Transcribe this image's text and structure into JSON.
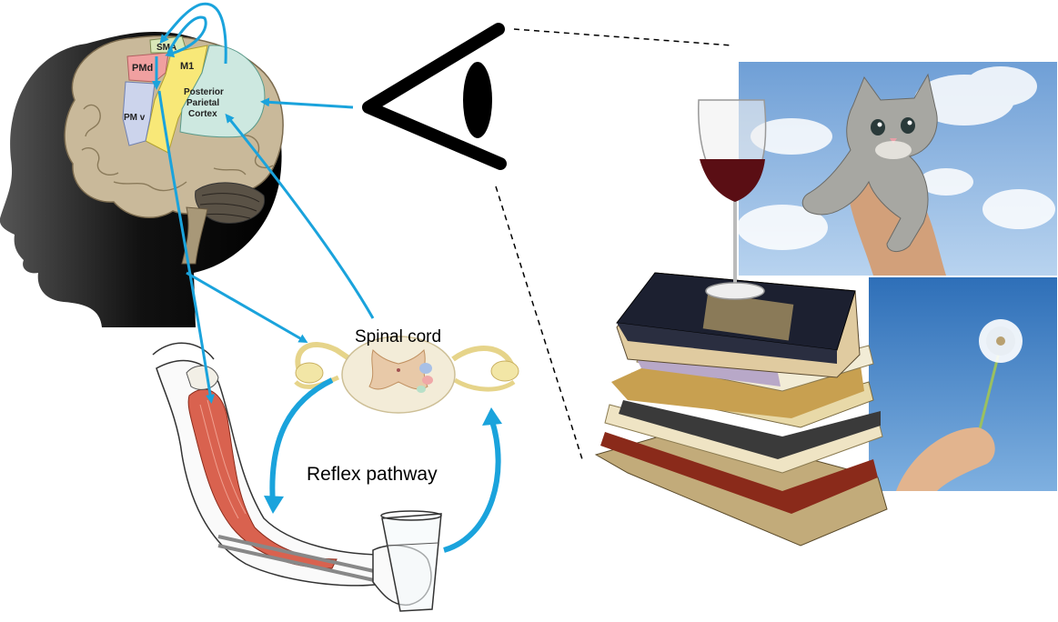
{
  "labels": {
    "spinal_cord": "Spinal cord",
    "reflex_pathway": "Reflex pathway",
    "brain_regions": {
      "sma": "SMA",
      "pmd": "PMd",
      "m1": "M1",
      "pmv": "PM v",
      "ppc_line1": "Posterior",
      "ppc_line2": "Parietal",
      "ppc_line3": "Cortex"
    }
  },
  "colors": {
    "pathway_arrow": "#1aa3dc",
    "pmd_region": "#f0a0a0",
    "m1_region": "#f8e878",
    "ppc_region": "#cde8e0",
    "pmv_region": "#ccd4ec",
    "sma_region": "#d9e8b8",
    "muscle": "#d9624f",
    "sky": "#8fb9e4"
  },
  "icons": {
    "eye": "eye-icon",
    "brain": "brain-illustration",
    "arm": "arm-holding-glass",
    "spinal_section": "spinal-cord-cross-section",
    "scene": [
      "kitten-photo",
      "wine-glass",
      "book-stack",
      "dandelion-photo"
    ]
  }
}
